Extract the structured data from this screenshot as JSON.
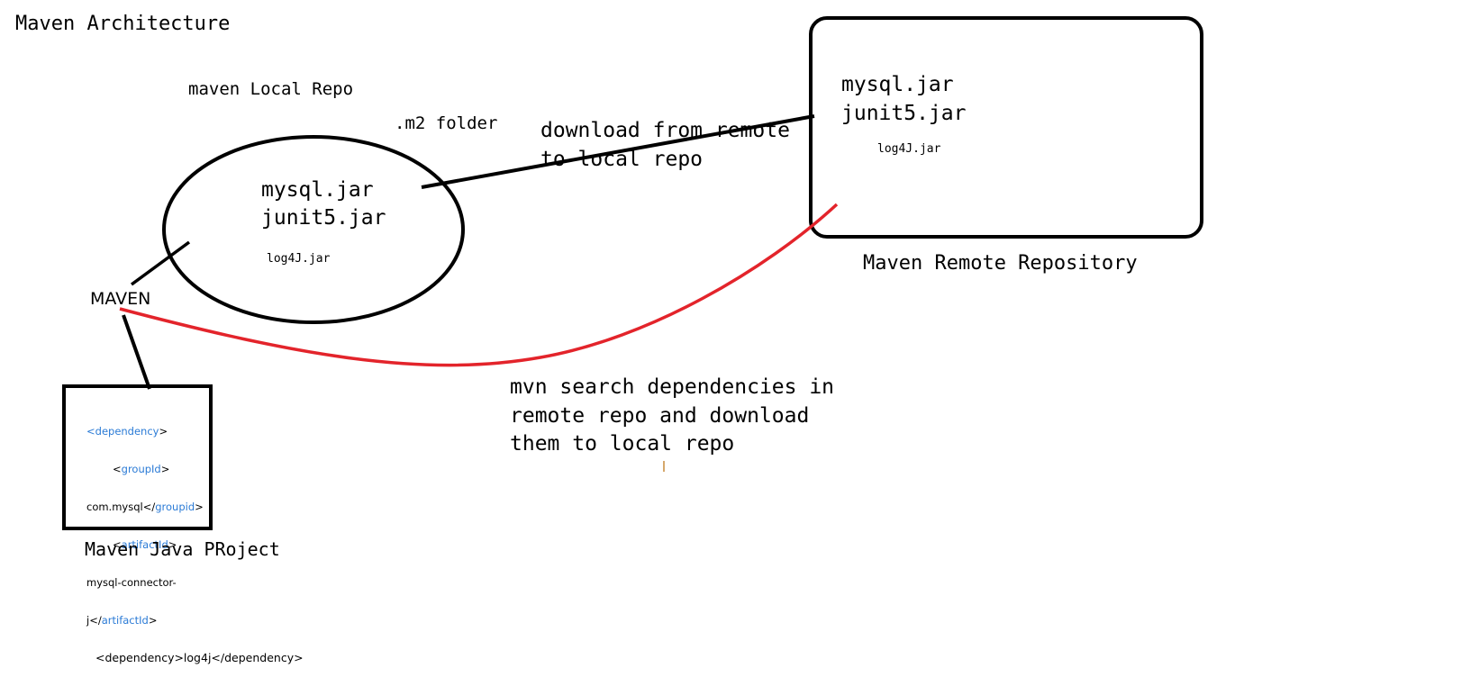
{
  "title": "Maven Architecture",
  "local_repo": {
    "label": "maven Local Repo",
    "folder": ".m2 folder",
    "jars": [
      "mysql.jar",
      "junit5.jar"
    ],
    "small_jar": "log4J.jar"
  },
  "remote_repo": {
    "label": "Maven Remote Repository",
    "jars": [
      "mysql.jar",
      "junit5.jar"
    ],
    "small_jar": "log4J.jar"
  },
  "download_note": [
    "download from remote",
    "to local repo"
  ],
  "maven_label": "MAVEN",
  "search_note": [
    "mvn search dependencies in",
    "remote repo and download",
    "them to local repo"
  ],
  "project": {
    "label": "Maven Java PRoject",
    "code": {
      "open_dep": "dependency",
      "group_tag": "groupId",
      "group_value": "com.mysql</",
      "group_close": "groupid",
      "artifact_tag": "artifactId",
      "artifact_value_1": "mysql-connector-",
      "artifact_value_2": "j</",
      "artifact_close": "artifactId",
      "last_line": "<dependency>log4j</dependency>"
    }
  },
  "colors": {
    "ink": "#000000",
    "red_curve": "#e3242b",
    "tag_blue": "#2b7bd6"
  }
}
